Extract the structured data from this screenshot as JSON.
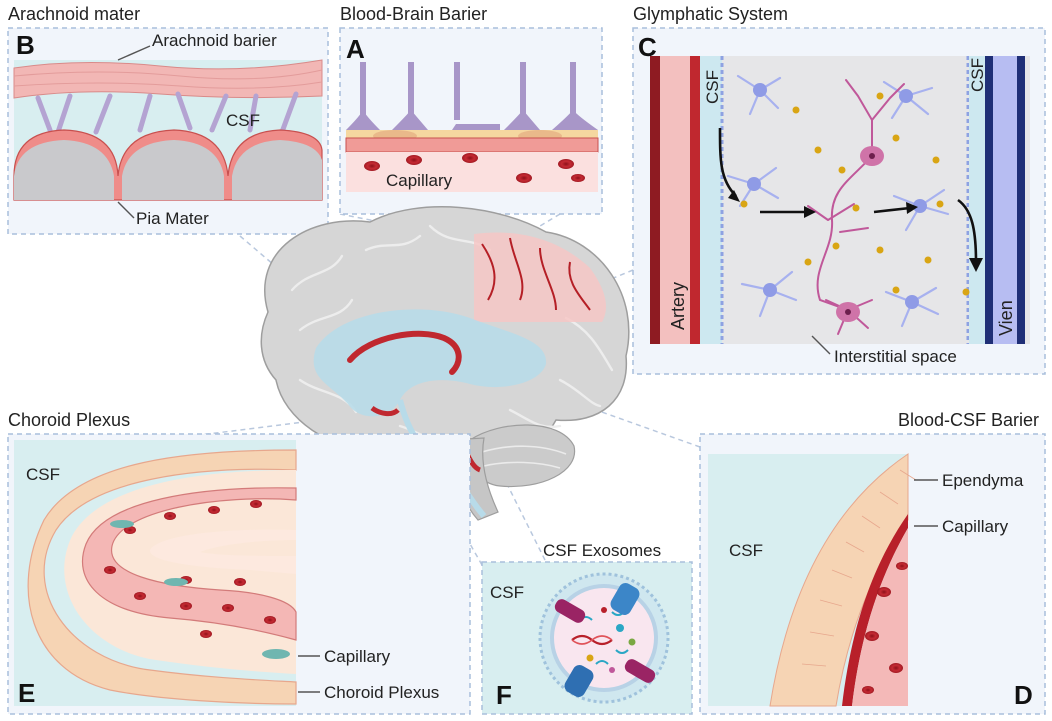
{
  "titles": {
    "arachnoid": "Arachnoid mater",
    "bbb": "Blood-Brain Barier",
    "glymphatic": "Glymphatic System",
    "choroid": "Choroid Plexus",
    "bcsf": "Blood-CSF Barier",
    "exosomes": "CSF Exosomes"
  },
  "letters": {
    "a": "A",
    "b": "B",
    "c": "C",
    "d": "D",
    "e": "E",
    "f": "F"
  },
  "labels": {
    "arachnoid_barier": "Arachnoid barier",
    "csf_b": "CSF",
    "pia_mater": "Pia Mater",
    "capillary_a": "Capillary",
    "csf_left_c": "CSF",
    "csf_right_c": "CSF",
    "artery": "Artery",
    "vien": "Vien",
    "interstitial": "Interstitial space",
    "csf_e": "CSF",
    "capillary_e": "Capillary",
    "choroid_plexus_e": "Choroid Plexus",
    "csf_f": "CSF",
    "csf_d": "CSF",
    "ependyma": "Ependyma",
    "capillary_d": "Capillary"
  },
  "colors": {
    "panel_border": "#a9bfdc",
    "panel_bg": "#f1f5fb",
    "csf_blue": "#d8eef0",
    "vessel_red": "#c0282f",
    "rbc": "#b8202a",
    "astrocyte": "#9aa6ec",
    "neuron": "#c0589a",
    "tissue_pink": "#f4c6c4",
    "ependyma_tan": "#f6d4b4",
    "brain_grey": "#d4d4d4"
  }
}
